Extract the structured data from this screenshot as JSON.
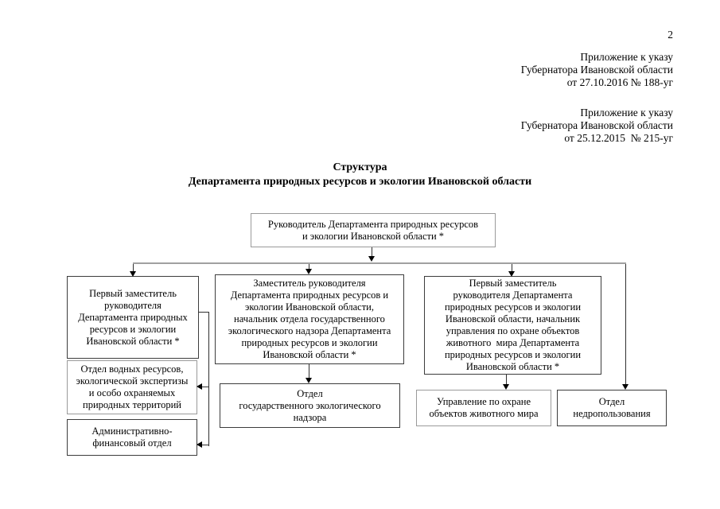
{
  "page": {
    "number": "2",
    "appendices": [
      {
        "text": "Приложение к указу\nГубернатора Ивановской области\nот 27.10.2016 № 188-уг"
      },
      {
        "text": "Приложение к указу\nГубернатора Ивановской области\nот 25.12.2015  № 215-уг"
      }
    ],
    "title": "Структура\nДепартамента природных ресурсов и экологии Ивановской области"
  },
  "org_chart": {
    "head": {
      "label": "Руководитель Департамента природных ресурсов\nи экологии Ивановской области *"
    },
    "deputy_first_left": {
      "label": "Первый заместитель\nруководителя\nДепартамента природных\nресурсов и экологии\nИвановской области *"
    },
    "deputy_ecology": {
      "label": "Заместитель руководителя\nДепартамента природных ресурсов и\nэкологии Ивановской области,\nначальник отдела государственного\nэкологического надзора Департамента\nприродных ресурсов и экологии\nИвановской области *"
    },
    "deputy_first_right": {
      "label": "Первый заместитель\nруководителя Департамента\nприродных ресурсов и экологии\nИвановской области, начальник\nуправления по охране объектов\nживотного  мира Департамента\nприродных ресурсов и экологии\nИвановской области *"
    },
    "dept_water": {
      "label": "Отдел водных ресурсов,\nэкологической экспертизы\nи особо охраняемых\nприродных территорий"
    },
    "dept_admin": {
      "label": "Административно-\nфинансовый отдел"
    },
    "dept_eco_control": {
      "label": "Отдел\nгосударственного экологического\nнадзора"
    },
    "dept_fauna": {
      "label": "Управление по охране\nобъектов животного мира"
    },
    "dept_subsoil": {
      "label": "Отдел\nнедропользования"
    }
  },
  "icons": {
    "arrowhead_down": "triangle-down",
    "arrowhead_left": "triangle-left"
  },
  "colors": {
    "page_background": "#ffffff",
    "text": "#000000",
    "box_border_dark": "#3c3c3c",
    "box_border_light": "#9a9a9a",
    "connector_line": "#303030",
    "distribution_line": "#a0a0a0"
  }
}
